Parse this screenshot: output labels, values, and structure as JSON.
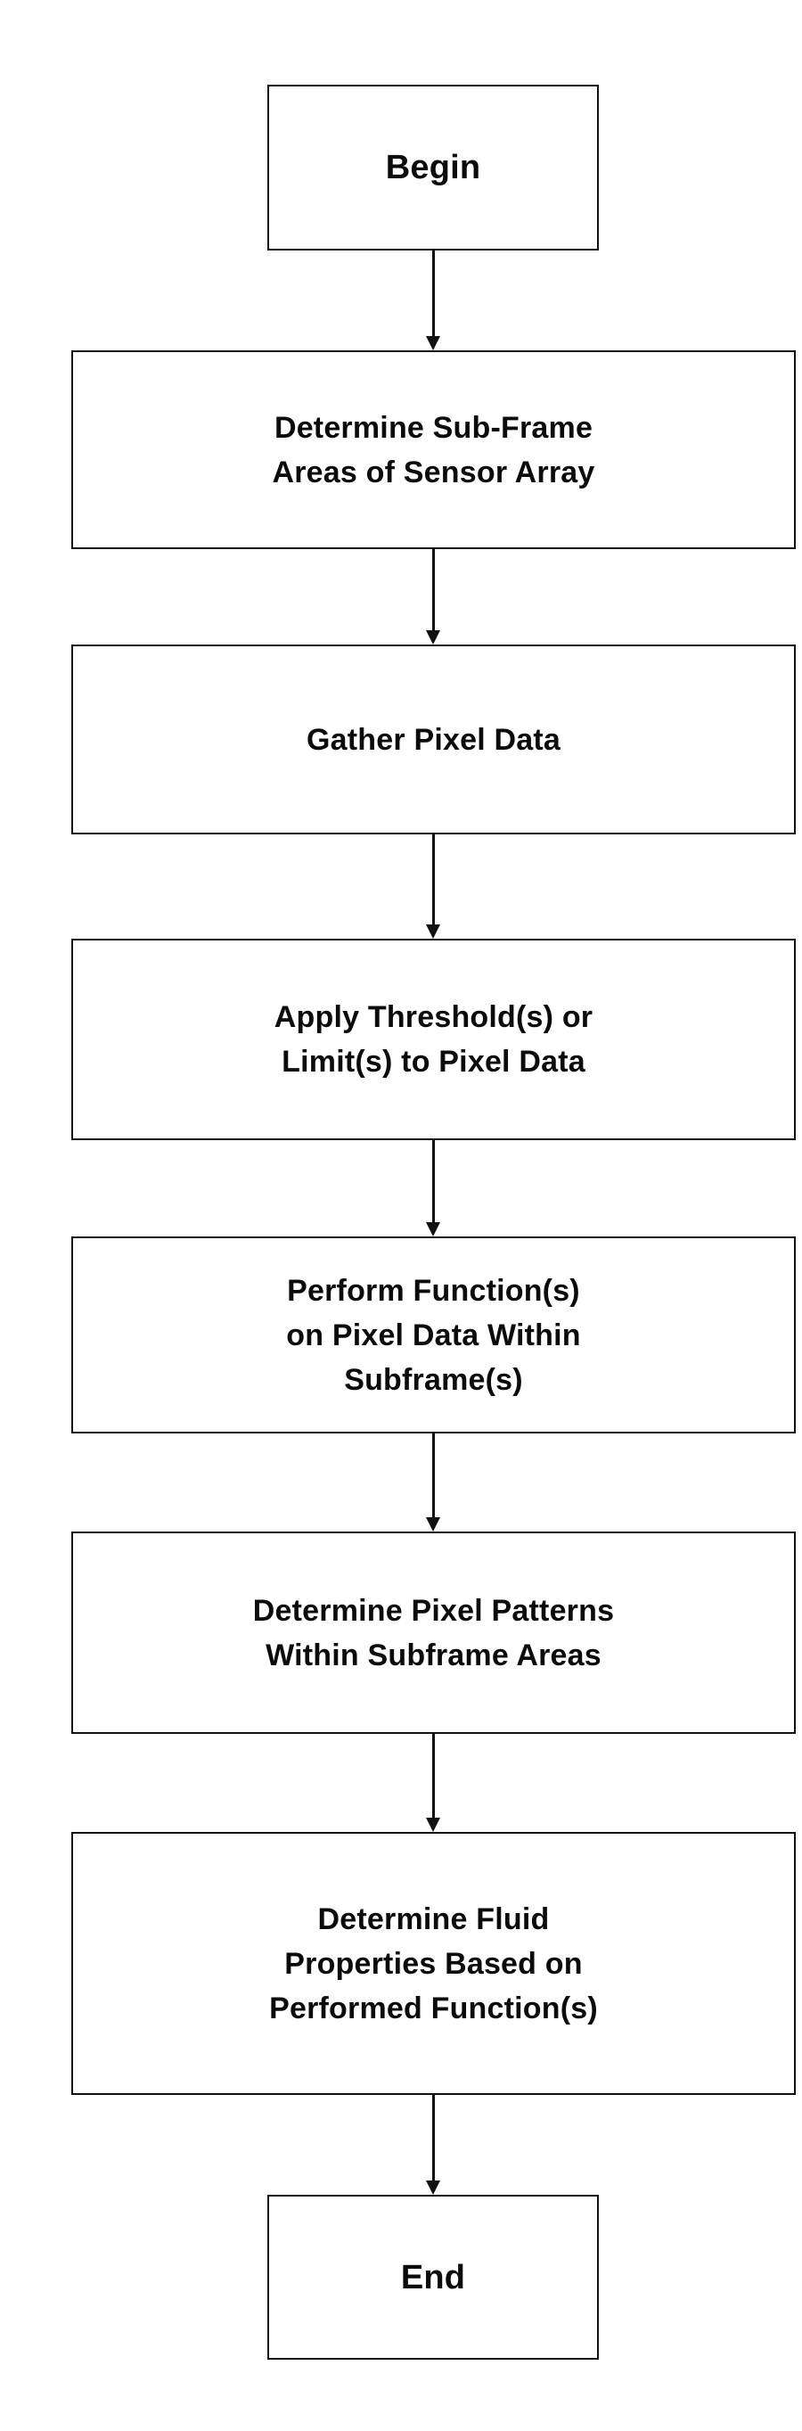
{
  "diagram": {
    "type": "flowchart",
    "orientation": "vertical",
    "background_color": "#ffffff",
    "stroke_color": "#111111",
    "text_color": "#0b0b0b",
    "nodes": [
      {
        "id": "begin",
        "shape": "rectangle",
        "kind": "terminal",
        "lines": [
          "Begin"
        ]
      },
      {
        "id": "determine-subframe-areas",
        "shape": "rectangle",
        "kind": "process",
        "lines": [
          "Determine Sub-Frame",
          "Areas of Sensor Array"
        ]
      },
      {
        "id": "gather-pixel-data",
        "shape": "rectangle",
        "kind": "process",
        "lines": [
          "Gather Pixel Data"
        ]
      },
      {
        "id": "apply-threshold",
        "shape": "rectangle",
        "kind": "process",
        "lines": [
          "Apply Threshold(s) or",
          "Limit(s) to Pixel Data"
        ]
      },
      {
        "id": "perform-functions",
        "shape": "rectangle",
        "kind": "process",
        "lines": [
          "Perform Function(s)",
          "on Pixel Data Within",
          "Subframe(s)"
        ]
      },
      {
        "id": "determine-pixel-patterns",
        "shape": "rectangle",
        "kind": "process",
        "lines": [
          "Determine Pixel Patterns",
          "Within Subframe Areas"
        ]
      },
      {
        "id": "determine-fluid-properties",
        "shape": "rectangle",
        "kind": "process",
        "lines": [
          "Determine Fluid",
          "Properties Based on",
          "Performed Function(s)"
        ]
      },
      {
        "id": "end",
        "shape": "rectangle",
        "kind": "terminal",
        "lines": [
          "End"
        ]
      }
    ],
    "edges": [
      {
        "from": "begin",
        "to": "determine-subframe-areas",
        "arrow": "down"
      },
      {
        "from": "determine-subframe-areas",
        "to": "gather-pixel-data",
        "arrow": "down"
      },
      {
        "from": "gather-pixel-data",
        "to": "apply-threshold",
        "arrow": "down"
      },
      {
        "from": "apply-threshold",
        "to": "perform-functions",
        "arrow": "down"
      },
      {
        "from": "perform-functions",
        "to": "determine-pixel-patterns",
        "arrow": "down"
      },
      {
        "from": "determine-pixel-patterns",
        "to": "determine-fluid-properties",
        "arrow": "down"
      },
      {
        "from": "determine-fluid-properties",
        "to": "end",
        "arrow": "down"
      }
    ]
  }
}
